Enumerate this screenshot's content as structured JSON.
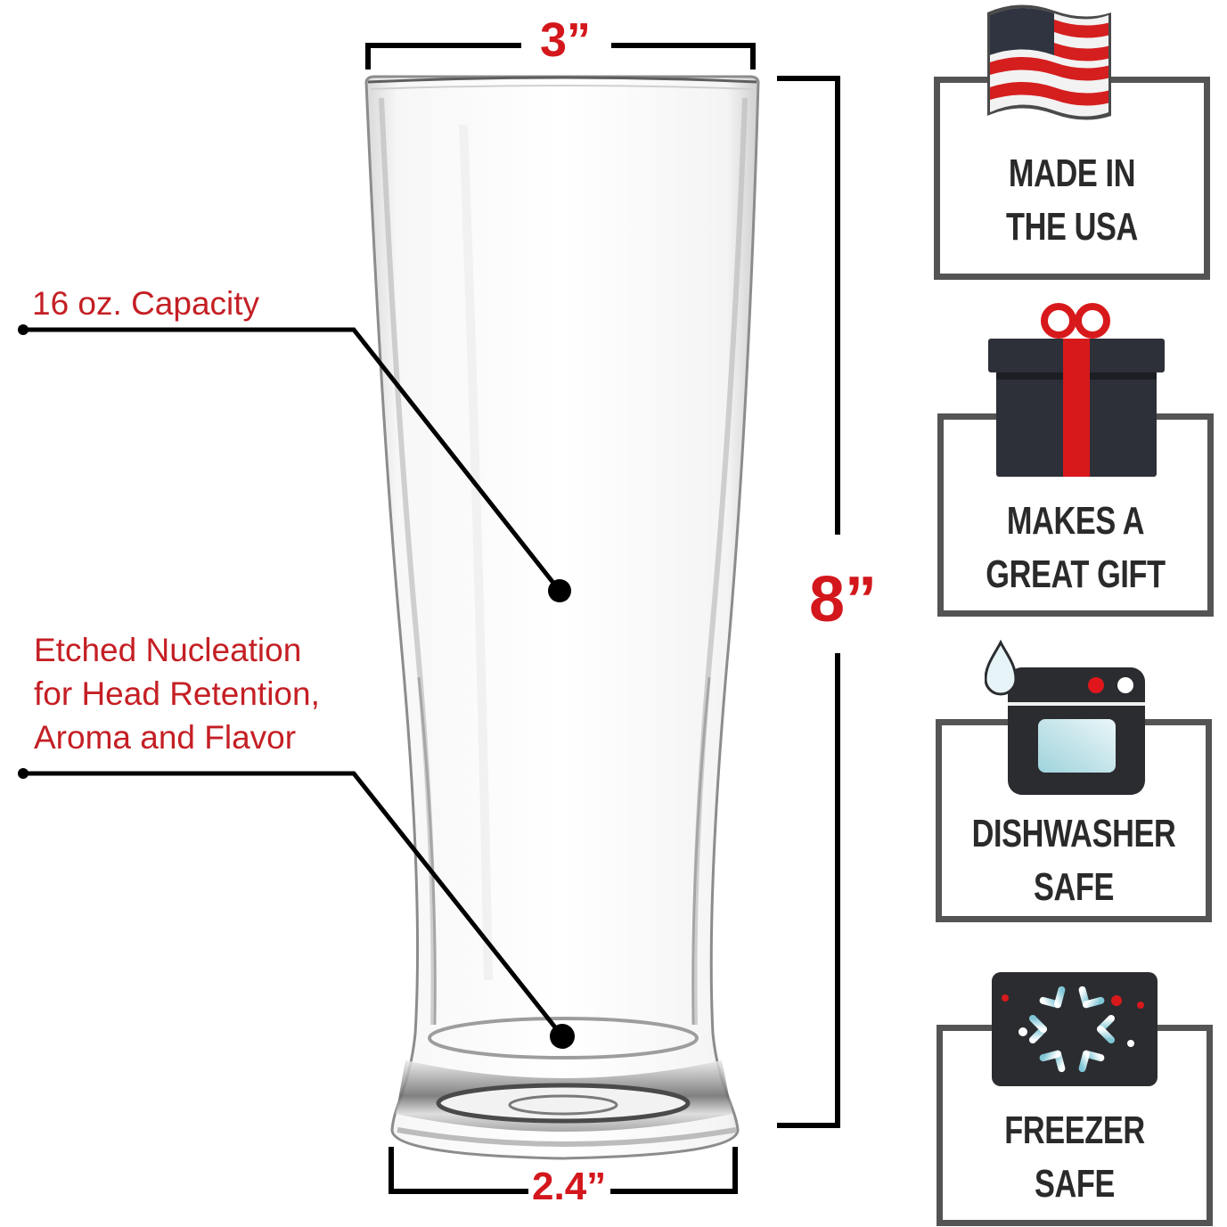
{
  "dimensions": {
    "top_width": "3”",
    "height": "8”",
    "base_width": "2.4”"
  },
  "callouts": [
    {
      "id": "capacity",
      "lines": [
        "16 oz. Capacity"
      ]
    },
    {
      "id": "nucleation",
      "lines": [
        "Etched Nucleation",
        "for Head Retention,",
        "Aroma and Flavor"
      ]
    }
  ],
  "badges": [
    {
      "id": "made-in-usa",
      "icon": "us-flag-icon",
      "lines": [
        "MADE IN",
        "THE USA"
      ]
    },
    {
      "id": "great-gift",
      "icon": "gift-box-icon",
      "lines": [
        "MAKES A",
        "GREAT GIFT"
      ]
    },
    {
      "id": "dishwasher-safe",
      "icon": "dishwasher-icon",
      "lines": [
        "DISHWASHER",
        "SAFE"
      ]
    },
    {
      "id": "freezer-safe",
      "icon": "snowflake-icon",
      "lines": [
        "FREEZER",
        "SAFE"
      ]
    }
  ],
  "colors": {
    "accent_red": "#d3171c",
    "callout_red": "#c41f24",
    "badge_border": "#545454",
    "icon_dark": "#2d3038",
    "text_dark": "#2a2a2a"
  }
}
